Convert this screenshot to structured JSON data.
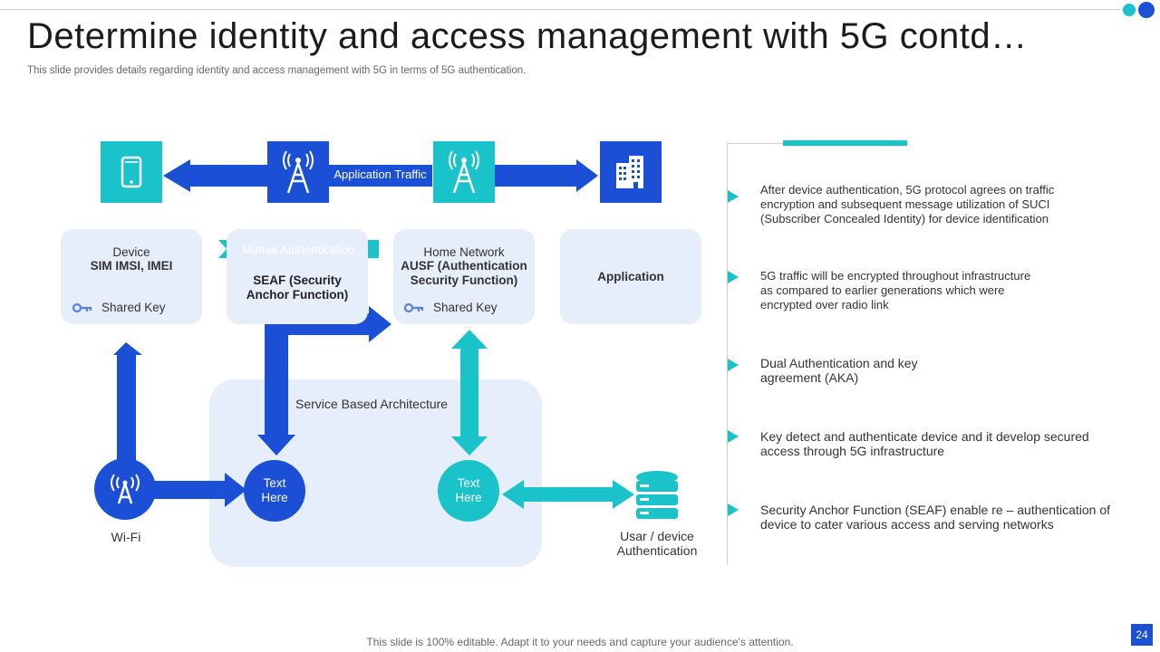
{
  "header": {
    "title": "Determine identity and access management with 5G contd…",
    "subtitle": "This slide provides details regarding identity and access management with 5G in terms of 5G authentication."
  },
  "diagram": {
    "application_traffic": "Application Traffic",
    "mutual_authentication": "Mutual Authentication",
    "device_card": {
      "line1": "Device",
      "line2": "SIM IMSI, IMEI",
      "shared_key": "Shared Key"
    },
    "seaf_card": {
      "text": "SEAF (Security Anchor Function)"
    },
    "home_network_card": {
      "line1": "Home Network",
      "line2": "AUSF (Authentication Security Function)",
      "shared_key": "Shared Key"
    },
    "application_card": {
      "text": "Application"
    },
    "service_based_architecture": "Service Based Architecture",
    "circle1": "Text Here",
    "circle2": "Text Here",
    "wifi_label": "Wi-Fi",
    "user_auth_label": "Usar / device Authentication"
  },
  "bullets": [
    "After device authentication, 5G protocol agrees on traffic encryption and subsequent message utilization of SUCI (Subscriber Concealed Identity) for device identification",
    "5G traffic will be encrypted throughout infrastructure as compared to earlier generations which were encrypted over radio link",
    "Dual Authentication and key agreement (AKA)",
    "Key detect and authenticate device and it develop secured access through 5G infrastructure",
    "Security Anchor Function (SEAF) enable re – authentication of device to cater various access and serving networks"
  ],
  "footer": {
    "note": "This slide is 100% editable. Adapt it to your needs and capture your audience's attention.",
    "page_number": "24"
  },
  "colors": {
    "blue": "#1a4fd6",
    "teal": "#19c3c9",
    "card": "#e6edfb"
  }
}
